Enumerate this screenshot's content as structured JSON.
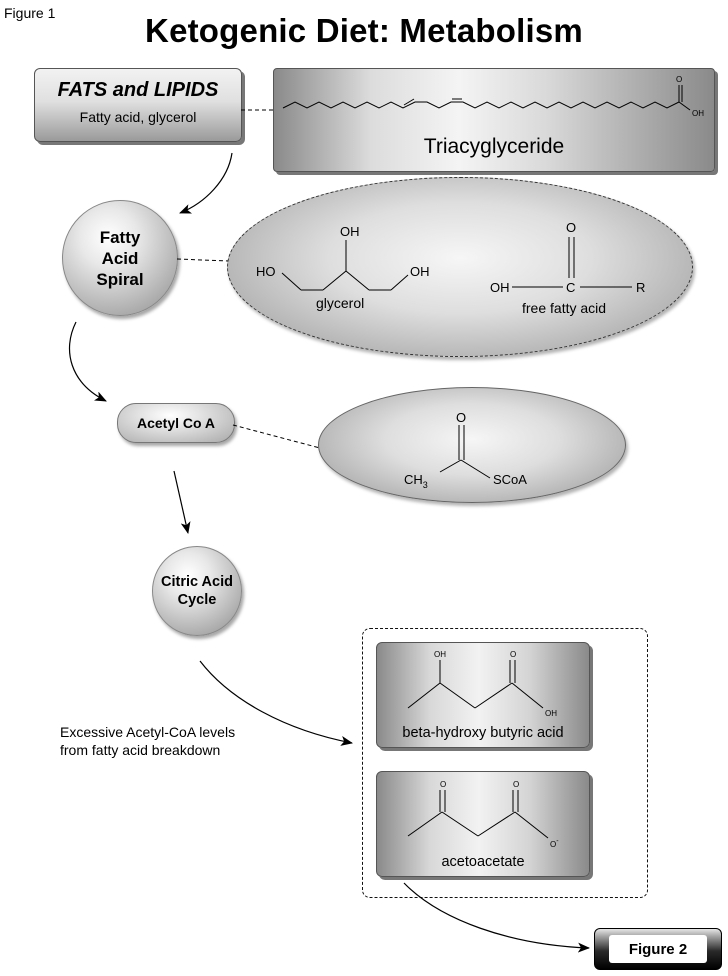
{
  "figure_label": "Figure 1",
  "title": "Ketogenic Diet: Metabolism",
  "fats_box": {
    "heading": "FATS and LIPIDS",
    "sub": "Fatty acid, glycerol"
  },
  "triacylglyceride": {
    "label": "Triacyglyceride",
    "atom_o": "O",
    "atom_oh": "OH"
  },
  "fatty_acid_spiral": {
    "line1": "Fatty",
    "line2": "Acid",
    "line3": "Spiral"
  },
  "glycerol": {
    "oh_top": "OH",
    "ho_left": "HO",
    "oh_right": "OH",
    "label": "glycerol"
  },
  "free_fatty_acid": {
    "o": "O",
    "oh": "OH",
    "c": "C",
    "r": "R",
    "label": "free fatty acid"
  },
  "acetyl_coa": {
    "label": "Acetyl Co A",
    "o": "O",
    "ch3": "CH",
    "sub3": "3",
    "scoa": "SCoA"
  },
  "citric_acid_cycle": {
    "line1": "Citric Acid",
    "line2": "Cycle"
  },
  "note": {
    "line1": "Excessive  Acetyl-CoA levels",
    "line2": "from fatty acid breakdown"
  },
  "beta_hydroxy": {
    "label": "beta-hydroxy butyric acid",
    "oh_top": "OH",
    "o": "O",
    "oh": "OH"
  },
  "acetoacetate": {
    "label": "acetoacetate",
    "o1": "O",
    "o2": "O",
    "o_minus": "O",
    "minus": "-"
  },
  "figure2": {
    "label": "Figure 2"
  },
  "colors": {
    "ink": "#000000",
    "box_edge": "#555555",
    "dark_button": "#000000"
  }
}
